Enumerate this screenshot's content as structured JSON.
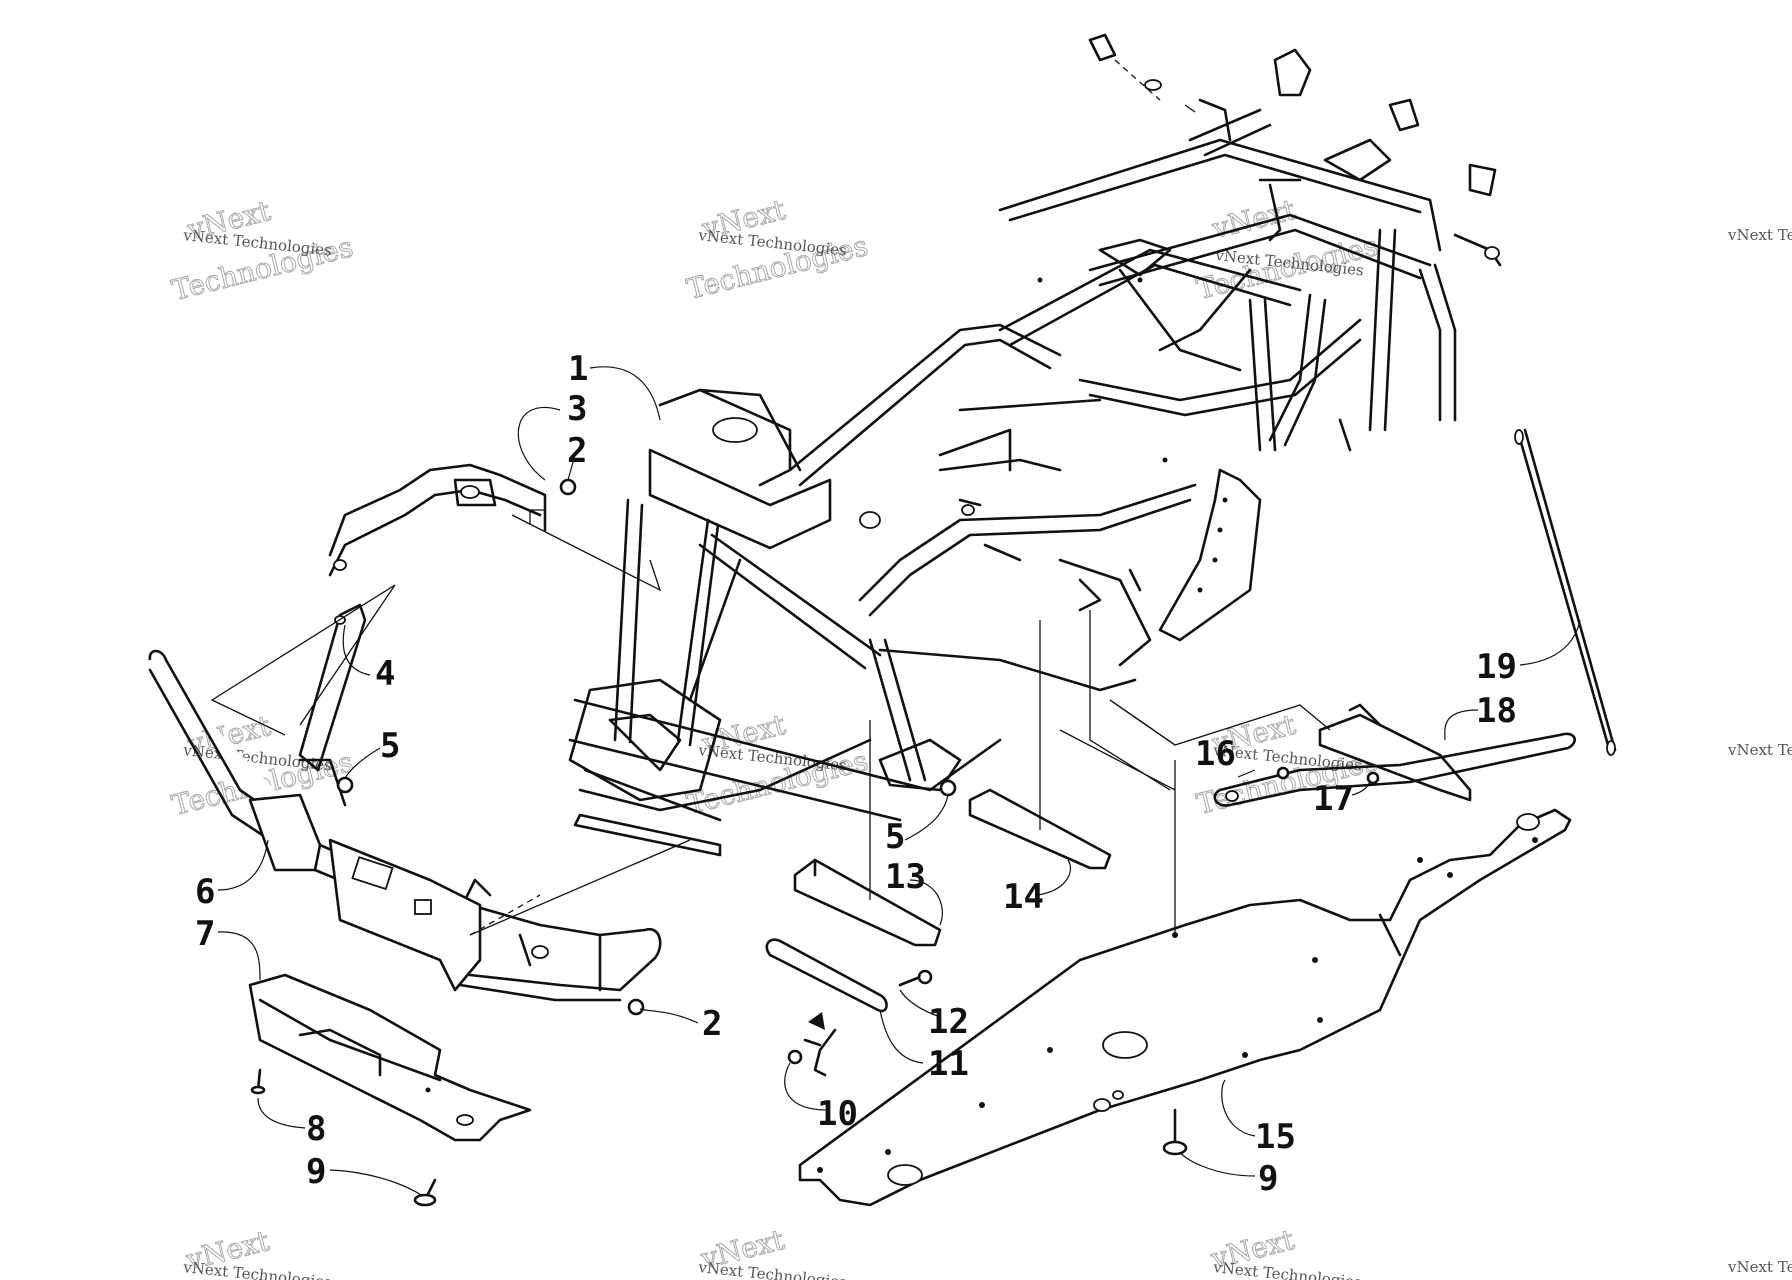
{
  "watermark": {
    "line1": "vNext",
    "line2": "vNext Technologies",
    "line3": "Technologies"
  },
  "callouts": {
    "c1": "1",
    "c2a": "2",
    "c2b": "2",
    "c3": "3",
    "c4": "4",
    "c5a": "5",
    "c5b": "5",
    "c6": "6",
    "c7": "7",
    "c8": "8",
    "c9a": "9",
    "c9b": "9",
    "c10": "10",
    "c11": "11",
    "c12": "12",
    "c13": "13",
    "c14": "14",
    "c15": "15",
    "c16": "16",
    "c17": "17",
    "c18": "18",
    "c19": "19"
  }
}
